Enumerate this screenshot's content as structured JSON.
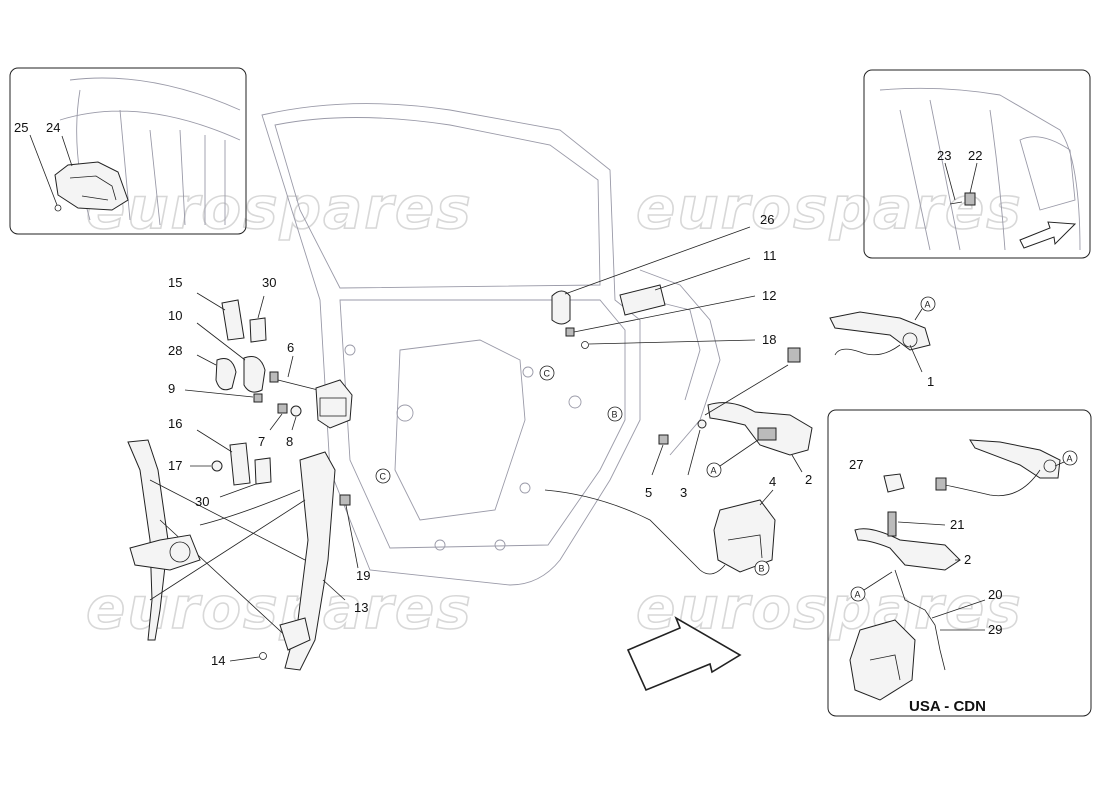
{
  "watermark": {
    "text": "eurospares"
  },
  "inset_usa_cdn": {
    "label": "USA - CDN"
  },
  "callouts": {
    "c1": "1",
    "c2": "2",
    "c3": "3",
    "c4": "4",
    "c5": "5",
    "c6": "6",
    "c7": "7",
    "c8": "8",
    "c9": "9",
    "c10": "10",
    "c11": "11",
    "c12": "12",
    "c13": "13",
    "c14": "14",
    "c15": "15",
    "c16": "16",
    "c17": "17",
    "c18": "18",
    "c19": "19",
    "c20": "20",
    "c21": "21",
    "c22": "22",
    "c23": "23",
    "c24": "24",
    "c25": "25",
    "c26": "26",
    "c27": "27",
    "c28": "28",
    "c29": "29",
    "c30a": "30",
    "c30b": "30",
    "c2b": "2"
  },
  "ref_markers": {
    "A": "A",
    "B": "B",
    "C": "C"
  },
  "colors": {
    "line": "#222222",
    "door_outline": "#9a9aa8",
    "watermark": "#d8d8d8"
  }
}
